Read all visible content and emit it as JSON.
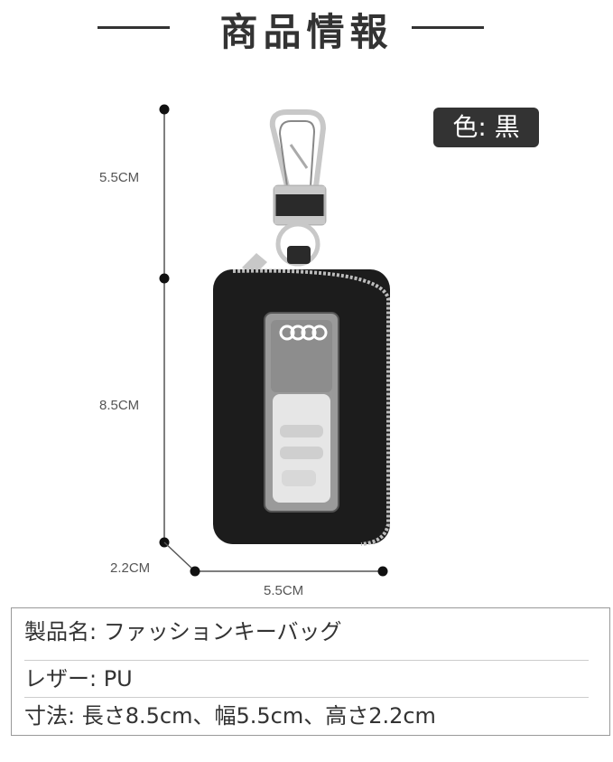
{
  "header": {
    "title": "商品情報"
  },
  "badge": {
    "color_label": "色: 黒"
  },
  "dimensions": {
    "hook_height": "5.5CM",
    "body_height": "8.5CM",
    "depth": "2.2CM",
    "width": "5.5CM"
  },
  "specs": {
    "name": "製品名: ファッションキーバッグ",
    "material": "レザー:  PU",
    "size": "寸法:  長さ8.5cm、幅5.5cm、高さ2.2cm"
  },
  "colors": {
    "text": "#333333",
    "leather": "#1c1c1c",
    "metal": "#c8c8c8"
  }
}
